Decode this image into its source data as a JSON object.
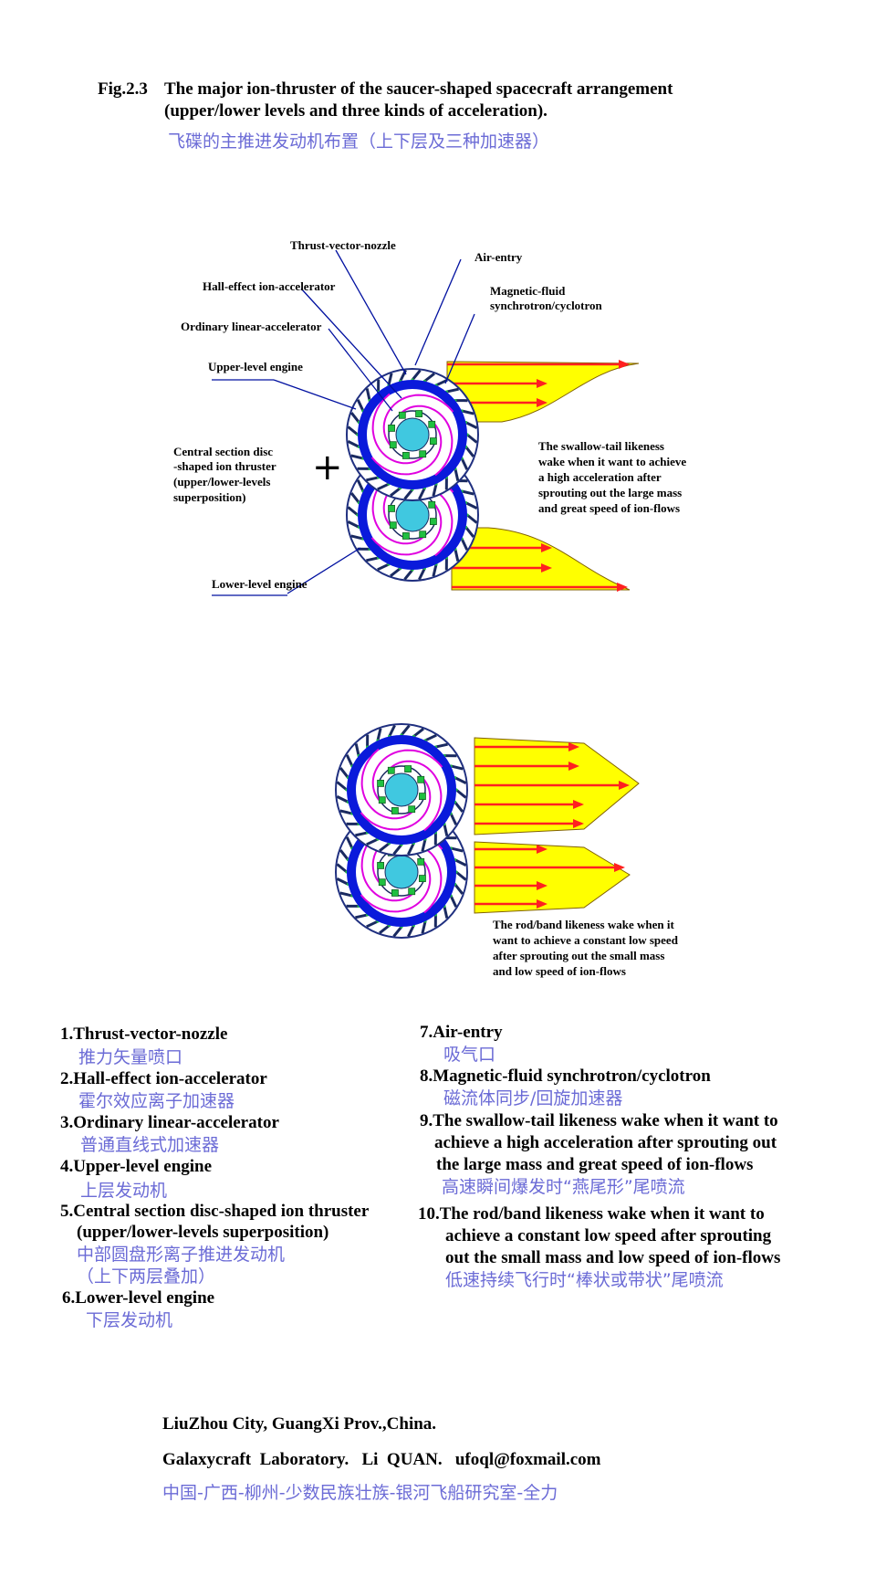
{
  "caption": {
    "fig": "Fig.2.3",
    "line1": "The major ion-thruster of the saucer-shaped spacecraft arrangement",
    "line2": "(upper/lower levels and three kinds of acceleration).",
    "chinese": "飞碟的主推进发动机布置（上下层及三种加速器）"
  },
  "diagram1": {
    "labels": {
      "thrust_vector_nozzle": "Thrust-vector-nozzle",
      "air_entry": "Air-entry",
      "hall_effect": "Hall-effect ion-accelerator",
      "magnetic_fluid_1": "Magnetic-fluid",
      "magnetic_fluid_2": "synchrotron/cyclotron",
      "ordinary_linear": "Ordinary linear-accelerator",
      "upper_level": "Upper-level engine",
      "central_1": "Central section disc",
      "central_2": "-shaped ion thruster",
      "central_3": "(upper/lower-levels",
      "central_4": "superposition)",
      "lower_level": "Lower-level engine",
      "plus": "+",
      "swallow_1": "The swallow-tail likeness",
      "swallow_2": "wake when it want to achieve",
      "swallow_3": "a high acceleration after",
      "swallow_4": "sprouting out the large mass",
      "swallow_5": "and great speed of ion-flows"
    }
  },
  "diagram2": {
    "labels": {
      "rod_1": "The rod/band likeness wake when it",
      "rod_2": "want to achieve a constant low speed",
      "rod_3": "after sprouting out the small mass",
      "rod_4": "and low speed of ion-flows"
    }
  },
  "legend_left": [
    {
      "en": "1.Thrust-vector-nozzle",
      "cn": "推力矢量喷口"
    },
    {
      "en": "2.Hall-effect ion-accelerator",
      "cn": "霍尔效应离子加速器"
    },
    {
      "en": "3.Ordinary linear-accelerator",
      "cn": "普通直线式加速器"
    },
    {
      "en": "4.Upper-level engine",
      "cn": "上层发动机"
    },
    {
      "en": "5.Central section disc-shaped ion thruster",
      "en2": "(upper/lower-levels superposition)",
      "cn": "中部圆盘形离子推进发动机",
      "cn2": "（上下两层叠加）"
    },
    {
      "en": "6.Lower-level engine",
      "cn": "下层发动机"
    }
  ],
  "legend_right": [
    {
      "en": "7.Air-entry",
      "cn": "吸气口"
    },
    {
      "en": "8.Magnetic-fluid synchrotron/cyclotron",
      "cn": "磁流体同步/回旋加速器"
    },
    {
      "en": "9.The swallow-tail likeness wake when it want to",
      "en2": "achieve a high acceleration after sprouting out",
      "en3": "the large mass and great speed of ion-flows",
      "cn": "高速瞬间爆发时“燕尾形”尾喷流"
    },
    {
      "en": "10.The rod/band likeness wake when it want to",
      "en2": "achieve a constant low speed after sprouting",
      "en3": "out the small mass and low speed of ion-flows",
      "cn": "低速持续飞行时“棒状或带状”尾喷流"
    }
  ],
  "footer": {
    "line1": "LiuZhou City, GuangXi Prov.,China.",
    "line2": "Galaxycraft  Laboratory.   Li  QUAN.   ufoql@foxmail.com",
    "line3": "中国-广西-柳州-少数民族壮族-银河飞船研究室-全力"
  },
  "colors": {
    "ring_blue": "#0a1adb",
    "spiral_magenta": "#e000e0",
    "core_cyan": "#40c8e0",
    "module_green": "#20c040",
    "plume_yellow": "#ffff00",
    "arrow_red": "#ff2020",
    "chinese_text": "#6b6bd6"
  }
}
